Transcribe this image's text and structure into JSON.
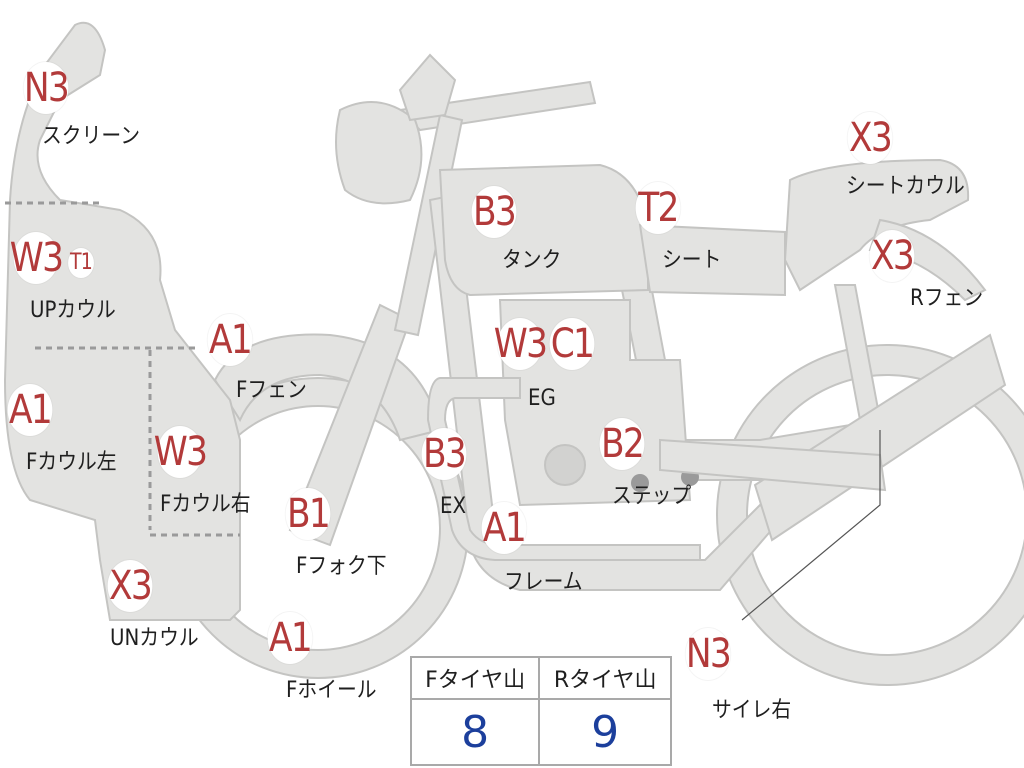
{
  "parts": {
    "screen": {
      "grade": "N3",
      "label": "スクリーン"
    },
    "up_cowl": {
      "grade": "W3",
      "grade2": "T1",
      "label": "UPカウル"
    },
    "f_cowl_left": {
      "grade": "A1",
      "label": "Fカウル左"
    },
    "f_cowl_right": {
      "grade": "W3",
      "label": "Fカウル右"
    },
    "un_cowl": {
      "grade": "X3",
      "label": "UNカウル"
    },
    "f_fender": {
      "grade": "A1",
      "label": "Fフェン"
    },
    "f_fork": {
      "grade": "B1",
      "label": "Fフォク下"
    },
    "f_wheel": {
      "grade": "A1",
      "label": "Fホイール"
    },
    "tank": {
      "grade": "B3",
      "label": "タンク"
    },
    "engine": {
      "grade": "W3",
      "grade2": "C1",
      "label": "EG"
    },
    "exhaust": {
      "grade": "B3",
      "label": "EX"
    },
    "frame": {
      "grade": "A1",
      "label": "フレーム"
    },
    "step": {
      "grade": "B2",
      "label": "ステップ"
    },
    "seat": {
      "grade": "T2",
      "label": "シート"
    },
    "seat_cowl": {
      "grade": "X3",
      "label": "シートカウル"
    },
    "r_fender": {
      "grade": "X3",
      "label": "Rフェン"
    },
    "silencer_r": {
      "grade": "N3",
      "label": "サイレ右"
    }
  },
  "tire": {
    "front_label": "Fタイヤ山",
    "rear_label": "Rタイヤ山",
    "front_value": "8",
    "rear_value": "9"
  },
  "colors": {
    "part_fill": "#e3e3e1",
    "part_stroke": "#b9b9b9",
    "grade_text": "#b23a3a",
    "tire_value": "#1c3f9c"
  }
}
